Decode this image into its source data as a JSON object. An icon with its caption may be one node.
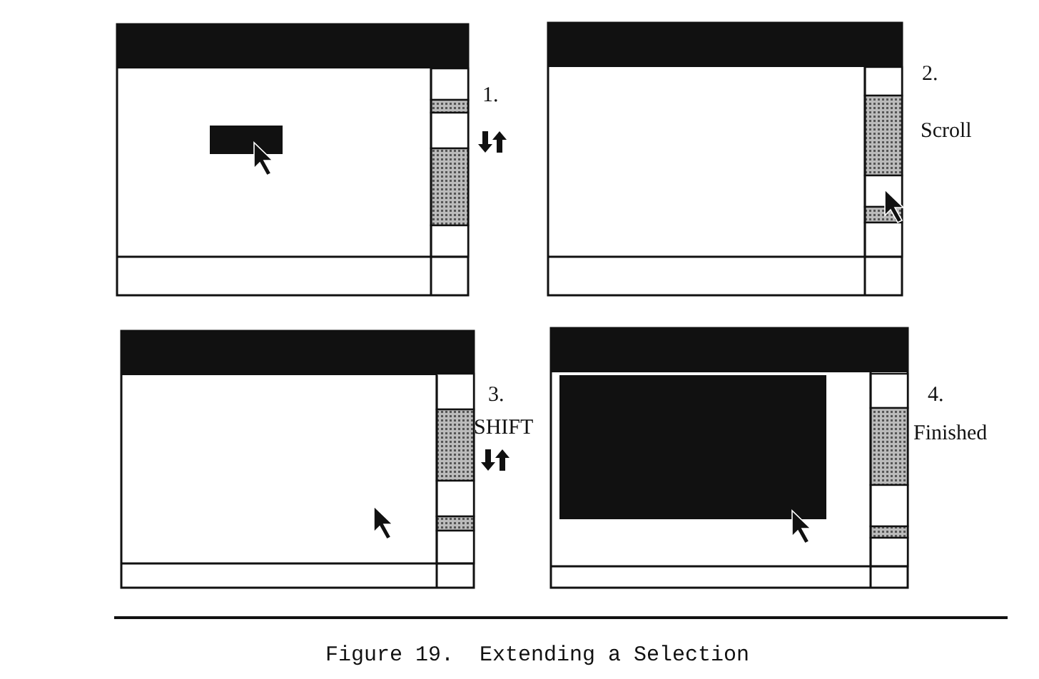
{
  "diagram": {
    "caption": "Figure 19.  Extending a Selection",
    "labels": [
      "1.",
      "2.",
      "Scroll",
      "3.",
      "SHIFT",
      "4.",
      "Finished"
    ]
  }
}
